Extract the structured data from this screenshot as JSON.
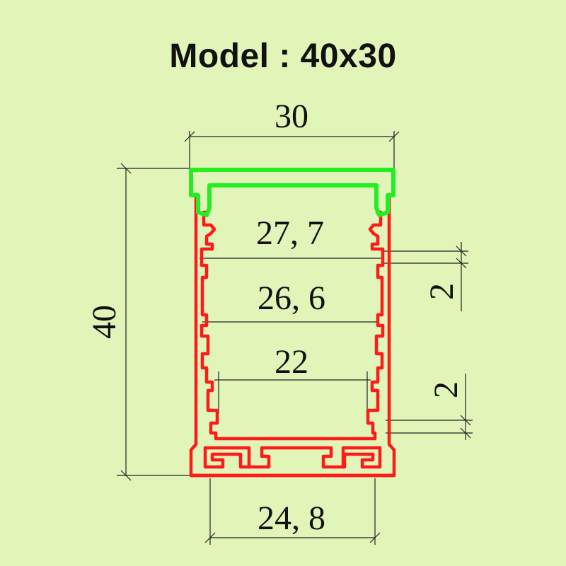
{
  "title": "Model : 40x30",
  "colors": {
    "background": "#e1f5b9",
    "profile": "#ff1a1a",
    "cover": "#22ee22",
    "dimension_lines": "#222222"
  },
  "dimensions": {
    "top_width": "30",
    "height": "40",
    "inner_27": "27, 7",
    "inner_26": "26, 6",
    "inner_22": "22",
    "slot_upper": "2",
    "slot_lower": "2",
    "bottom_width": "24, 8"
  }
}
